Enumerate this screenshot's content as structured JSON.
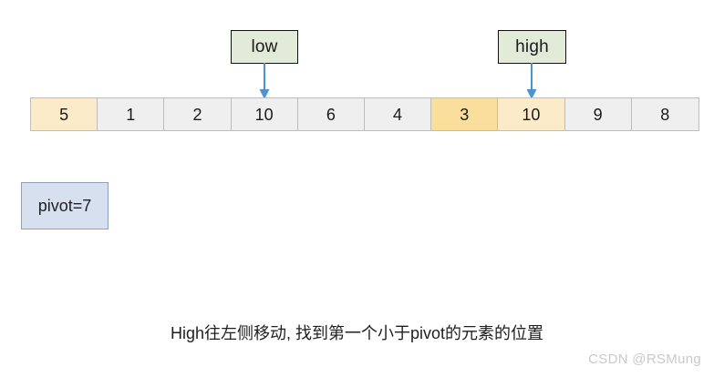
{
  "diagram": {
    "title_caption": "High往左侧移动, 找到第一个小于pivot的元素的位置",
    "watermark": "CSDN @RSMung",
    "accent_arrow_color": "#4F93CE",
    "pointer_box_fill": "#E2EBD8",
    "pivot_box_fill": "#D7E0EF",
    "cell_default_fill": "#EFEFEF",
    "cell_highlight_light_fill": "#FCEBC8",
    "cell_highlight_strong_fill": "#FADE9C"
  },
  "pointers": [
    {
      "name": "low",
      "label": "low",
      "index": 3
    },
    {
      "name": "high",
      "label": "high",
      "index": 7
    }
  ],
  "pivot": {
    "label": "pivot=7",
    "value": 7
  },
  "array": {
    "values": [
      "5",
      "1",
      "2",
      "10",
      "6",
      "4",
      "3",
      "10",
      "9",
      "8"
    ],
    "highlight": [
      "light",
      "none",
      "none",
      "none",
      "none",
      "none",
      "strong",
      "light",
      "none",
      "none"
    ]
  }
}
